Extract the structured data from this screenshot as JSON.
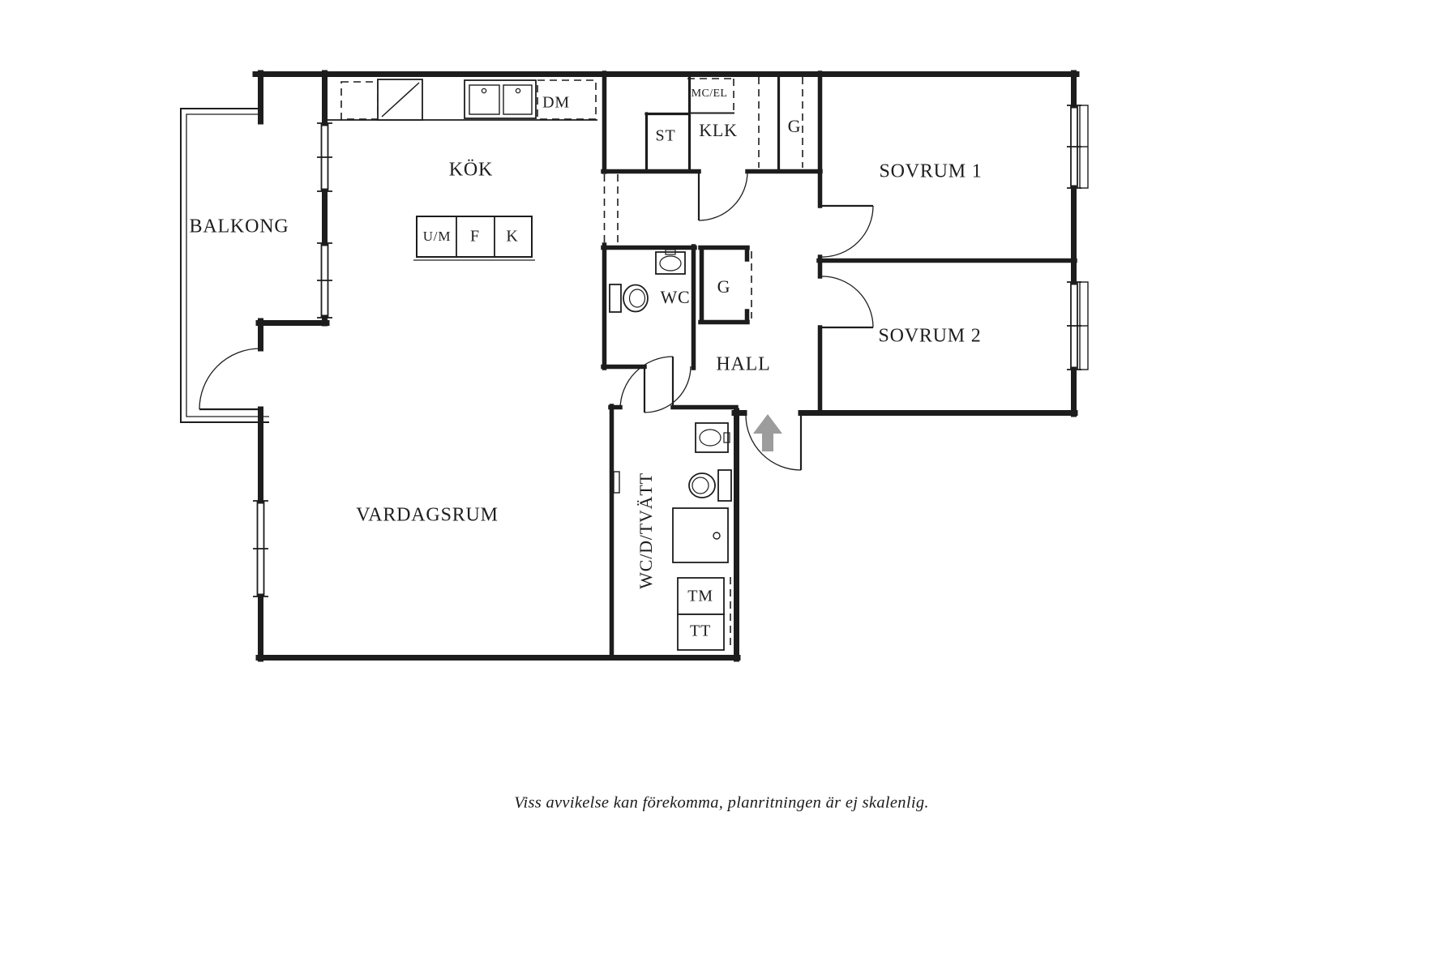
{
  "floorplan": {
    "rooms": {
      "balkong": "BALKONG",
      "kok": "KÖK",
      "vardagsrum": "VARDAGSRUM",
      "sovrum_1": "SOVRUM 1",
      "sovrum_2": "SOVRUM 2",
      "hall": "HALL",
      "wc": "WC",
      "klk": "KLK",
      "wc_d_tvatt": "WC/D/TVÄTT"
    },
    "closets": {
      "g_top": "G",
      "g_hall": "G",
      "st": "ST",
      "mc_el": "MC/EL"
    },
    "appliances": {
      "dm": "DM",
      "um": "U/M",
      "f": "F",
      "k": "K",
      "tm": "TM",
      "tt": "TT"
    },
    "caption": "Viss avvikelse kan förekomma, planritningen är ej skalenlig."
  },
  "colors": {
    "wall": "#1d1d1d",
    "entrance_arrow": "#9c9c9c",
    "background": "#ffffff"
  }
}
